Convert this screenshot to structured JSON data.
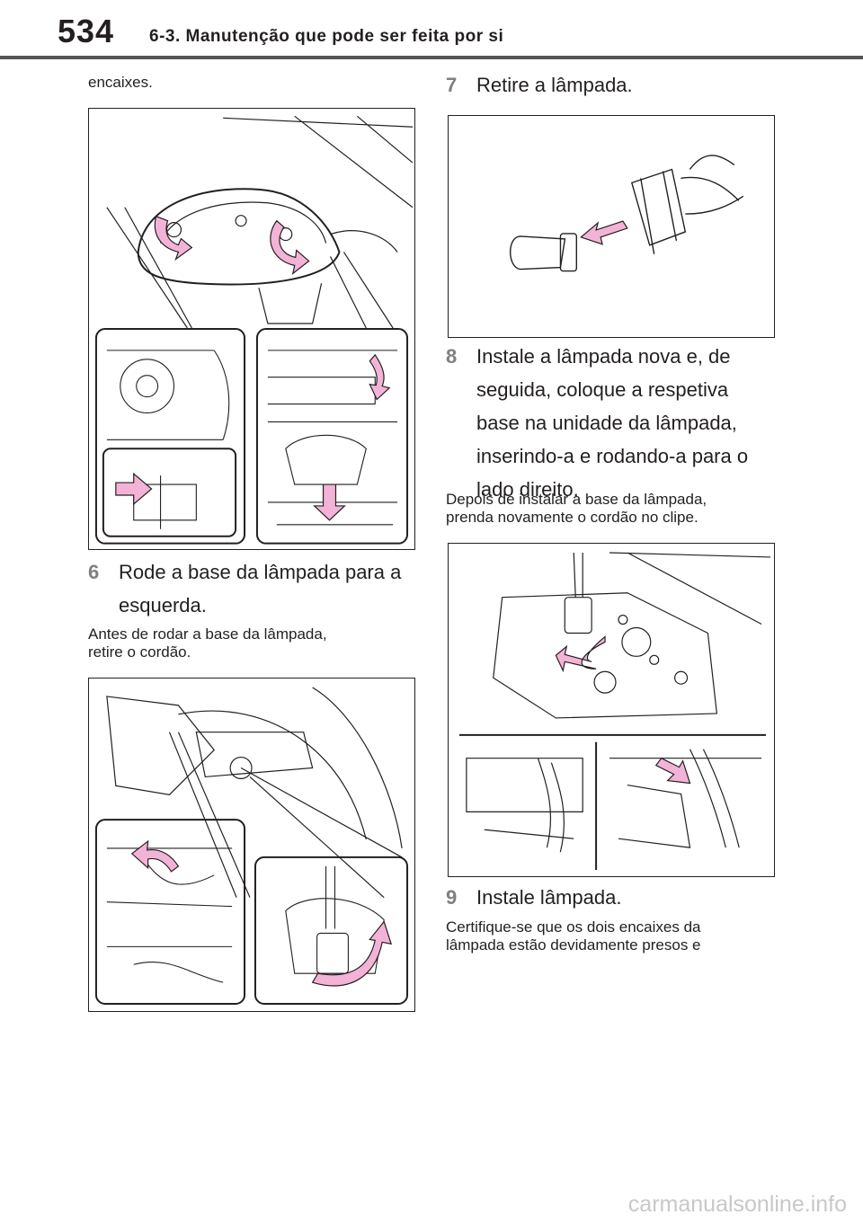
{
  "header": {
    "page_number": "534",
    "section_title": "6-3. Manutenção que pode ser feita por si"
  },
  "left_column": {
    "continuation_text": "encaixes.",
    "step6": {
      "number": "6",
      "line1": "Rode a base da lâmpada para a",
      "line2": "esquerda."
    },
    "note6": {
      "line1": "Antes de rodar a base da lâmpada,",
      "line2": "retire o cordão."
    }
  },
  "right_column": {
    "step7": {
      "number": "7",
      "line1": "Retire a lâmpada."
    },
    "step8": {
      "number": "8",
      "line1": "Instale a lâmpada nova e, de",
      "line2": "seguida, coloque a respetiva",
      "line3": "base na unidade da lâmpada,",
      "line4": "inserindo-a e rodando-a para o",
      "line5": "lado direito."
    },
    "note8": {
      "line1": "Depois de instalar a base da lâmpada,",
      "line2": "prenda novamente o cordão no clipe."
    },
    "step9": {
      "number": "9",
      "line1": "Instale lâmpada."
    },
    "note9": {
      "line1": "Certifique-se que os dois encaixes da",
      "line2": "lâmpada estão devidamente presos e"
    }
  },
  "footer": {
    "watermark": "carmanualsonline.info"
  },
  "colors": {
    "arrow_pink": "#f3b3d6",
    "step_number_gray": "#7f7f7f",
    "header_rule": "#555555"
  }
}
